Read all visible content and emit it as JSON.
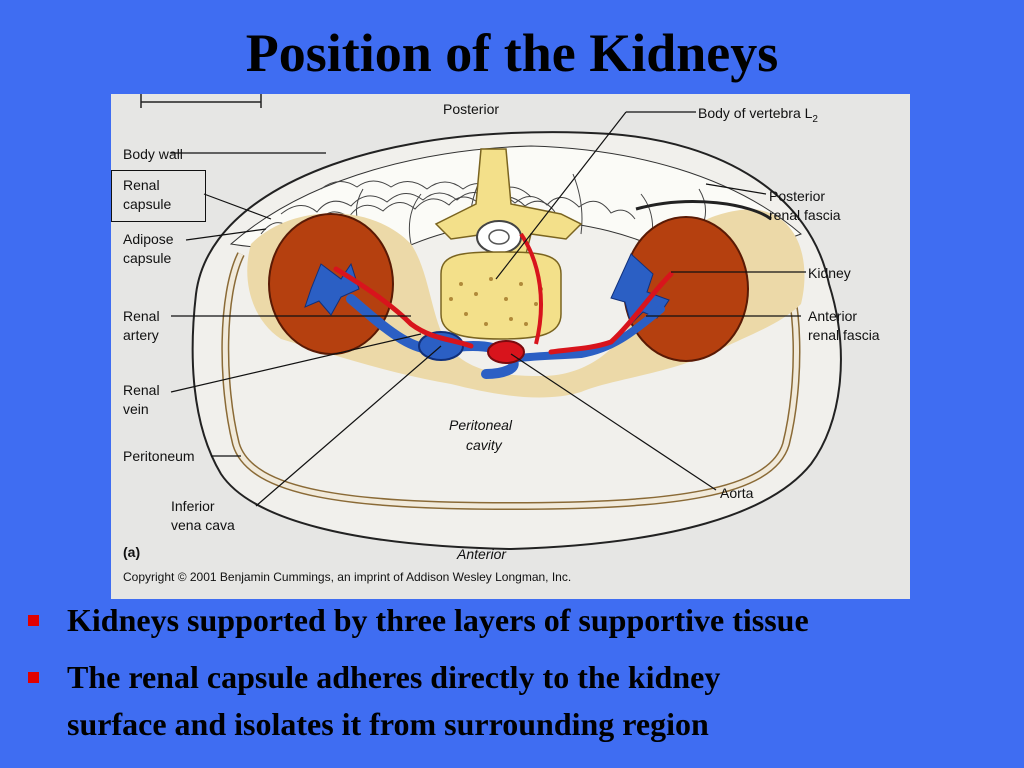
{
  "title": "Position of the Kidneys",
  "figure": {
    "labels": {
      "posterior": "Posterior",
      "body_vertebra": "Body of vertebra L",
      "body_vertebra_sub": "2",
      "body_wall": "Body wall",
      "renal_capsule_1": "Renal",
      "renal_capsule_2": "capsule",
      "adipose_capsule_1": "Adipose",
      "adipose_capsule_2": "capsule",
      "posterior_renal_fascia_1": "Posterior",
      "posterior_renal_fascia_2": "renal fascia",
      "kidney": "Kidney",
      "renal_artery_1": "Renal",
      "renal_artery_2": "artery",
      "anterior_renal_fascia_1": "Anterior",
      "anterior_renal_fascia_2": "renal fascia",
      "renal_vein_1": "Renal",
      "renal_vein_2": "vein",
      "peritoneal_cavity_1": "Peritoneal",
      "peritoneal_cavity_2": "cavity",
      "peritoneum": "Peritoneum",
      "aorta": "Aorta",
      "inferior_vena_cava_1": "Inferior",
      "inferior_vena_cava_2": "vena cava",
      "panel": "(a)",
      "anterior": "Anterior",
      "copyright": "Copyright © 2001 Benjamin Cummings, an imprint of Addison Wesley Longman, Inc."
    }
  },
  "bullets": [
    "Kidneys supported by three layers of supportive tissue",
    "The renal capsule adheres directly to the kidney",
    "surface and isolates it from surrounding region"
  ],
  "colors": {
    "background": "#3f6df2",
    "bullet_marker": "#e00000",
    "kidney": "#b5400f",
    "fat": "#ecd9a8",
    "vertebra": "#f3e08a",
    "artery": "#d8141c",
    "vein": "#2b5fc4"
  }
}
